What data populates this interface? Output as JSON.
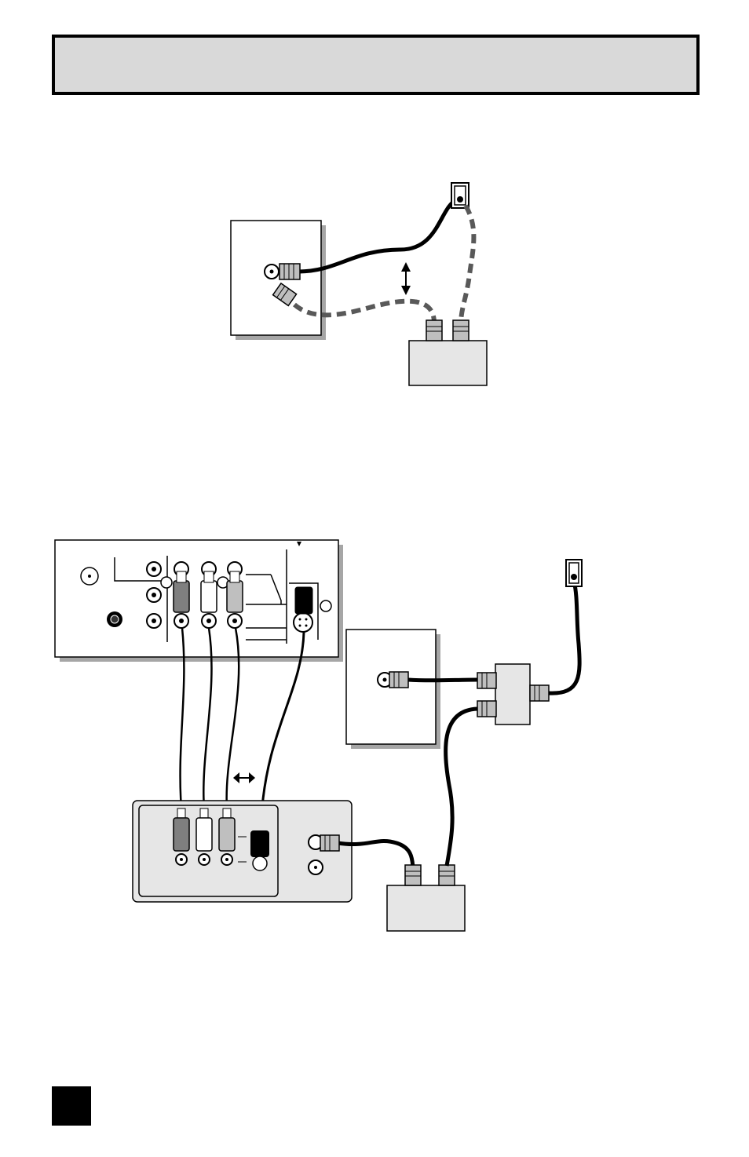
{
  "header": {
    "title": ""
  },
  "page": {
    "number": ""
  },
  "diagram_top": {
    "components": [
      "tv-back-panel",
      "wall-outlet",
      "cable-box",
      "antenna-in-jack",
      "switch-arrow"
    ],
    "cables": [
      "solid-coax-from-wall",
      "dashed-coax-to-cable-box",
      "dashed-coax-from-wall-to-cable-box"
    ]
  },
  "diagram_bottom": {
    "components": [
      "tv-av-panel",
      "vcr-back-panel",
      "second-tv",
      "splitter",
      "wall-outlet",
      "cable-box"
    ],
    "cables": [
      "video-rca",
      "audio-left-rca",
      "audio-right-rca",
      "s-video",
      "coax-vcr-to-cablebox",
      "coax-splitter-to-cablebox",
      "coax-splitter-to-tv",
      "coax-wall-to-splitter"
    ]
  },
  "colors": {
    "cable": "#000000",
    "dashed_cable": "#595959",
    "panel_fill": "#ffffff",
    "box_fill": "#e6e6e6",
    "shadow": "#a6a6a6"
  }
}
